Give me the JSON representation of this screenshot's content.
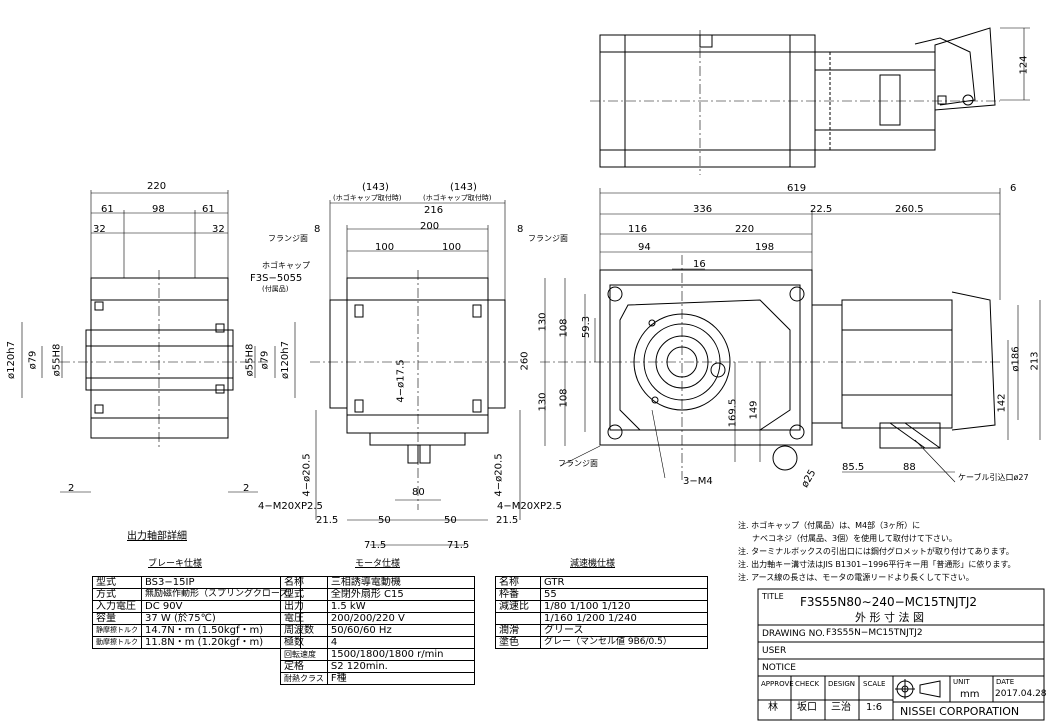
{
  "dims": {
    "top_height": "124",
    "front_total": "619",
    "front_6": "6",
    "front_336": "336",
    "front_220": "220",
    "front_22_5": "22.5",
    "front_260_5": "260.5",
    "front_116": "116",
    "front_94": "94",
    "front_198": "198",
    "front_16": "16",
    "front_59_3": "59.3",
    "front_260": "260",
    "front_130a": "130",
    "front_108a": "108",
    "front_130b": "130",
    "front_108b": "108",
    "front_169_5": "169.5",
    "front_149": "149",
    "front_d186": "ø186",
    "front_213": "213",
    "front_142": "142",
    "front_85_5": "85.5",
    "front_88": "88",
    "front_d25": "ø25",
    "front_3m4": "3−M4",
    "front_flange": "フランジ面",
    "front_cable": "ケーブル引込口ø27",
    "left_220": "220",
    "left_61a": "61",
    "left_98": "98",
    "left_61b": "61",
    "left_32a": "32",
    "left_32b": "32",
    "left_d120a": "ø120h7",
    "left_d79a": "ø79",
    "left_d55a": "ø55H8",
    "left_d55b": "ø55H8",
    "left_d79b": "ø79",
    "left_d120b": "ø120h7",
    "left_2a": "2",
    "left_2b": "2",
    "mid_143a": "(143)",
    "mid_143b": "(143)",
    "mid_cap_a": "(ホゴキャップ取付時)",
    "mid_cap_b": "(ホゴキャップ取付時)",
    "mid_216": "216",
    "mid_200": "200",
    "mid_100a": "100",
    "mid_100b": "100",
    "mid_8a": "8",
    "mid_8b": "8",
    "mid_flange_a": "フランジ面",
    "mid_flange_b": "フランジ面",
    "mid_cap": "ホゴキャップ",
    "mid_cap_part": "F3S−5055",
    "mid_cap_note": "(付属品)",
    "mid_4d17_5": "4−ø17.5",
    "mid_4d20_5a": "4−ø20.5",
    "mid_4d20_5b": "4−ø20.5",
    "mid_80": "80",
    "mid_m20a": "4−M20XP2.5",
    "mid_m20b": "4−M20XP2.5",
    "mid_21_5a": "21.5",
    "mid_50a": "50",
    "mid_50b": "50",
    "mid_21_5b": "21.5",
    "mid_71_5a": "71.5",
    "mid_71_5b": "71.5"
  },
  "sections": {
    "output_shaft": "出力軸部詳細",
    "brake": "ブレーキ仕様",
    "motor": "モータ仕様",
    "reducer": "減速機仕様"
  },
  "brake_table": [
    [
      "型式",
      "BS3−15IP"
    ],
    [
      "方式",
      "無励磁作動形（スプリングクローズ）"
    ],
    [
      "入力電圧",
      "DC 90V"
    ],
    [
      "容量",
      "37 W (於75℃)"
    ],
    [
      "静摩擦トルク",
      "14.7N・m (1.50kgf・m)"
    ],
    [
      "動摩擦トルク",
      "11.8N・m (1.20kgf・m)"
    ]
  ],
  "motor_table": [
    [
      "名称",
      "三相誘導電動機"
    ],
    [
      "型式",
      "全閉外扇形 C15"
    ],
    [
      "出力",
      "1.5 kW"
    ],
    [
      "電圧",
      "200/200/220 V"
    ],
    [
      "周波数",
      "50/60/60 Hz"
    ],
    [
      "極数",
      "4"
    ],
    [
      "回転速度",
      "1500/1800/1800 r/min"
    ],
    [
      "定格",
      "S2 120min."
    ],
    [
      "耐熱クラス",
      "F種"
    ]
  ],
  "reducer_table": [
    [
      "名称",
      "GTR"
    ],
    [
      "枠番",
      "55"
    ],
    [
      "減速比",
      "1/80 1/100 1/120"
    ],
    [
      "",
      "1/160 1/200 1/240"
    ],
    [
      "潤滑",
      "グリース"
    ],
    [
      "塗色",
      "グレー（マンセル値 9B6/0.5）"
    ]
  ],
  "notes": [
    "注. ホゴキャップ（付属品）は、M4部（3ヶ所）に",
    "ナベコネジ（付属品、3個）を使用して取付けて下さい。",
    "注. ターミナルボックスの引出口には鋼付グロメットが取り付けてあります。",
    "注. 出力軸キー溝寸法はJIS B1301−1996平行キー用「普通形」に依ります。",
    "注. アース線の長さは、モータの電源リードより長くして下さい。"
  ],
  "title_block": {
    "title_label": "TITLE",
    "title": "F3S55N80∼240−MC15TNJTJ2",
    "subtitle": "外 形 寸 法 図",
    "drawing_label": "DRAWING NO.",
    "drawing_no": "F3S55N−MC15TNJTJ2",
    "user_label": "USER",
    "notice_label": "NOTICE",
    "approve_label": "APPROVE",
    "approve": "林",
    "check_label": "CHECK",
    "check": "坂口",
    "design_label": "DESIGN",
    "design": "三治",
    "scale_label": "SCALE",
    "scale": "1:6",
    "unit_label": "UNIT",
    "unit": "mm",
    "date_label": "DATE",
    "date": "2017.04.28",
    "company": "NISSEI CORPORATION"
  }
}
